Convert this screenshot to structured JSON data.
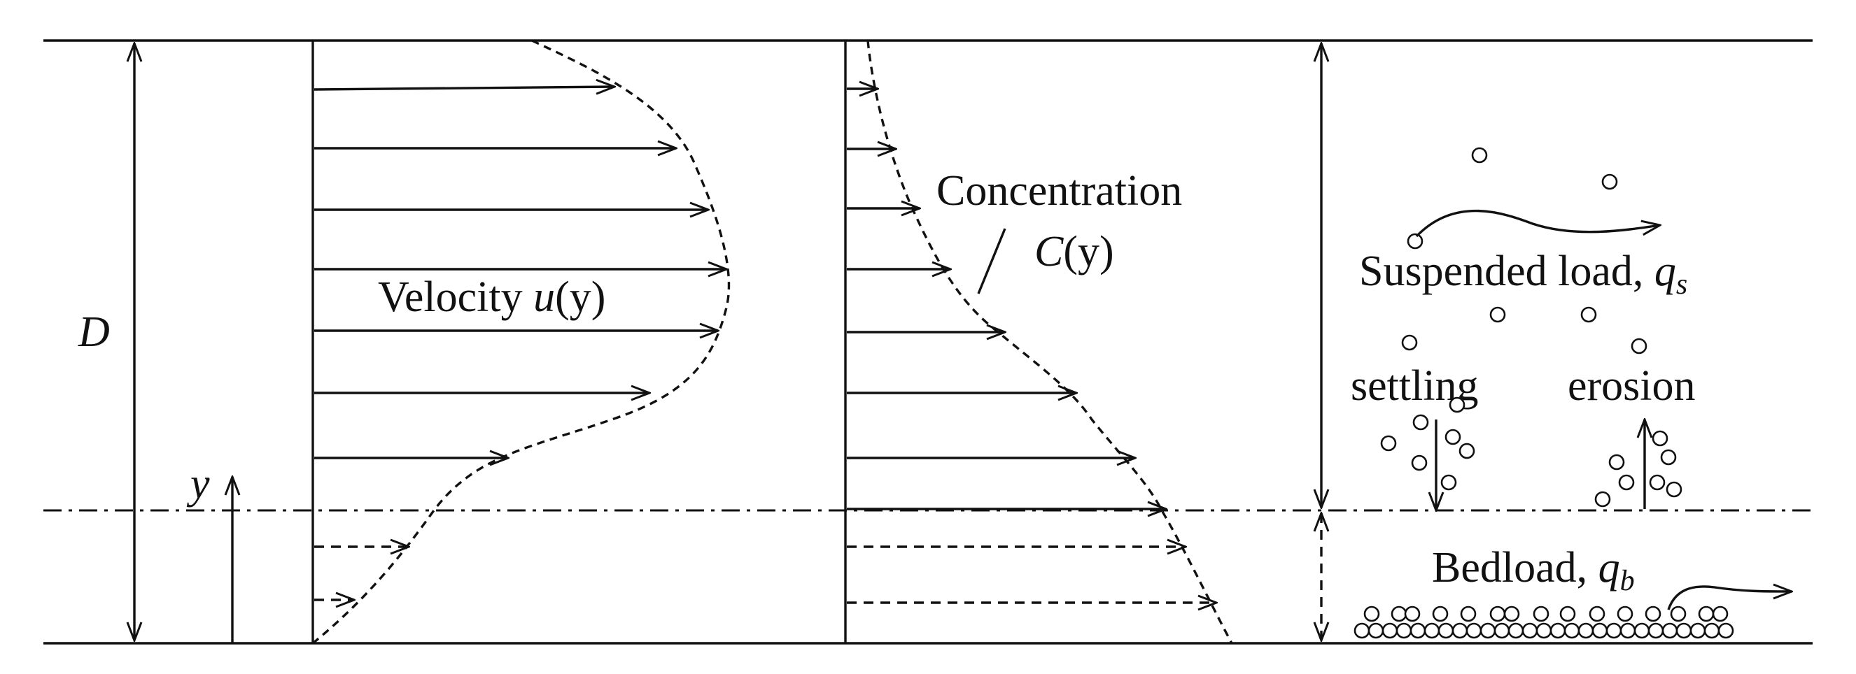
{
  "labels": {
    "depth": "D",
    "height": "y",
    "velocity_text": "Velocity ",
    "velocity_sym": "u",
    "velocity_arg": "(y)",
    "concentration_text": "Concentration",
    "concentration_sym": "C",
    "concentration_arg": "(y)",
    "suspended_text": "Suspended load, ",
    "suspended_sym": "q",
    "suspended_sub": "s",
    "settling": "settling",
    "erosion": "erosion",
    "bedload_text": "Bedload, ",
    "bedload_sym": "q",
    "bedload_sub": "b"
  }
}
